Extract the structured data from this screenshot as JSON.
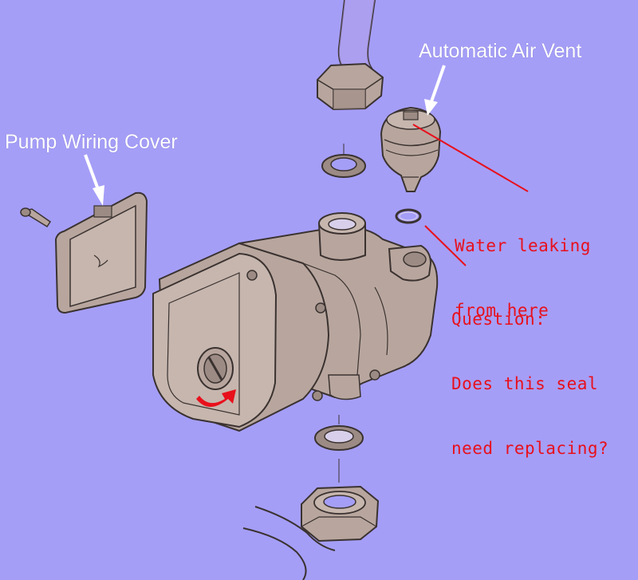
{
  "labels": {
    "air_vent": "Automatic Air Vent",
    "wiring_cover": "Pump Wiring Cover",
    "water_leak_line1": "Water leaking",
    "water_leak_line2": "from here",
    "question_line1": "Question:",
    "question_line2": "Does this seal",
    "question_line3": "need replacing?"
  },
  "colors": {
    "background": "#a59ef7",
    "part_fill": "#b8a69e",
    "part_shade": "#9c8b84",
    "outline": "#3a3230",
    "seal_fill": "#d8d0ea",
    "callout_red": "#e8101c",
    "arrow_white": "#ffffff"
  }
}
